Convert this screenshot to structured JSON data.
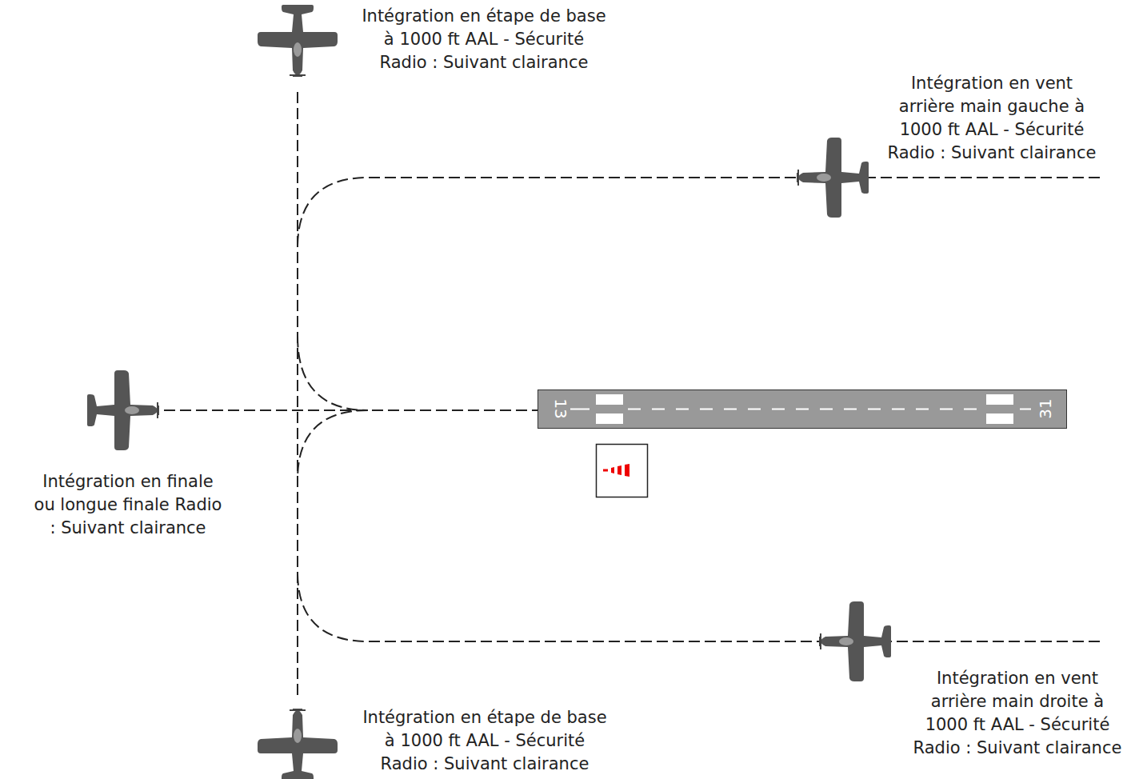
{
  "diagram": {
    "nodes": [
      {
        "text": [
          "13",
          "31"
        ]
      }
    ],
    "labels": [
      "Intégration en étape de base à 1000 ft AAL - Sécurité Radio : Suivant clairance",
      "Intégration en vent arrière main gauche à 1000 ft AAL - Sécurité Radio : Suivant clairance",
      "Intégration en finale ou longue finale Radio : Suivant clairance",
      "Intégration en étape de base à 1000 ft AAL - Sécurité Radio : Suivant clairance",
      "Intégration en vent arrière main droite à 1000 ft AAL - Sécurité Radio : Suivant clairance"
    ]
  }
}
